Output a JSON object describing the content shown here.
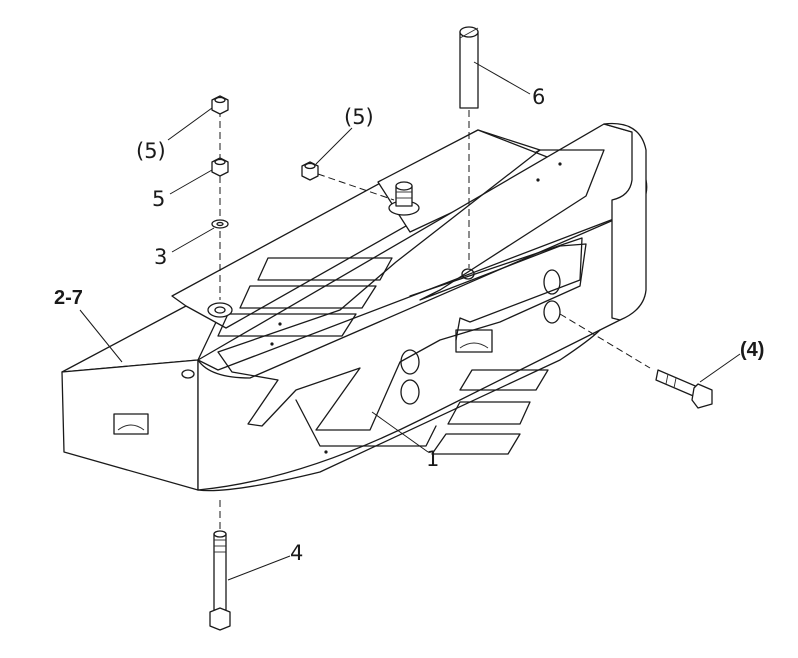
{
  "callouts": {
    "c1": "1",
    "c2_7": "2-7",
    "c3": "3",
    "c4": "4",
    "c4_paren": "(4)",
    "c5": "5",
    "c5_paren_left": "(5)",
    "c5_paren_center": "(5)",
    "c6": "6"
  }
}
